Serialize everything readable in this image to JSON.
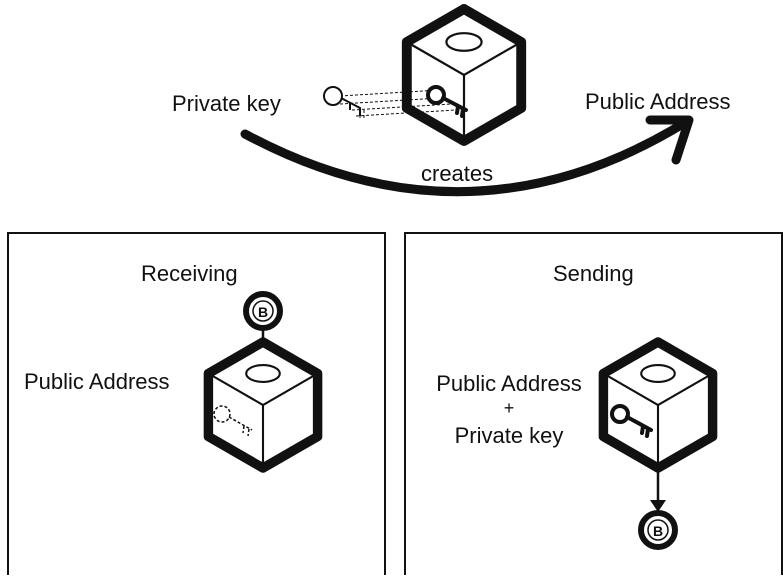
{
  "top": {
    "private_key_label": "Private key",
    "public_address_label": "Public Address",
    "creates_label": "creates"
  },
  "receiving": {
    "title": "Receiving",
    "public_address_label": "Public Address",
    "coin_symbol": "B"
  },
  "sending": {
    "title": "Sending",
    "line1": "Public Address",
    "plus": "+",
    "line2": "Private key",
    "coin_symbol": "B"
  },
  "colors": {
    "ink": "#111111",
    "background": "#ffffff"
  }
}
